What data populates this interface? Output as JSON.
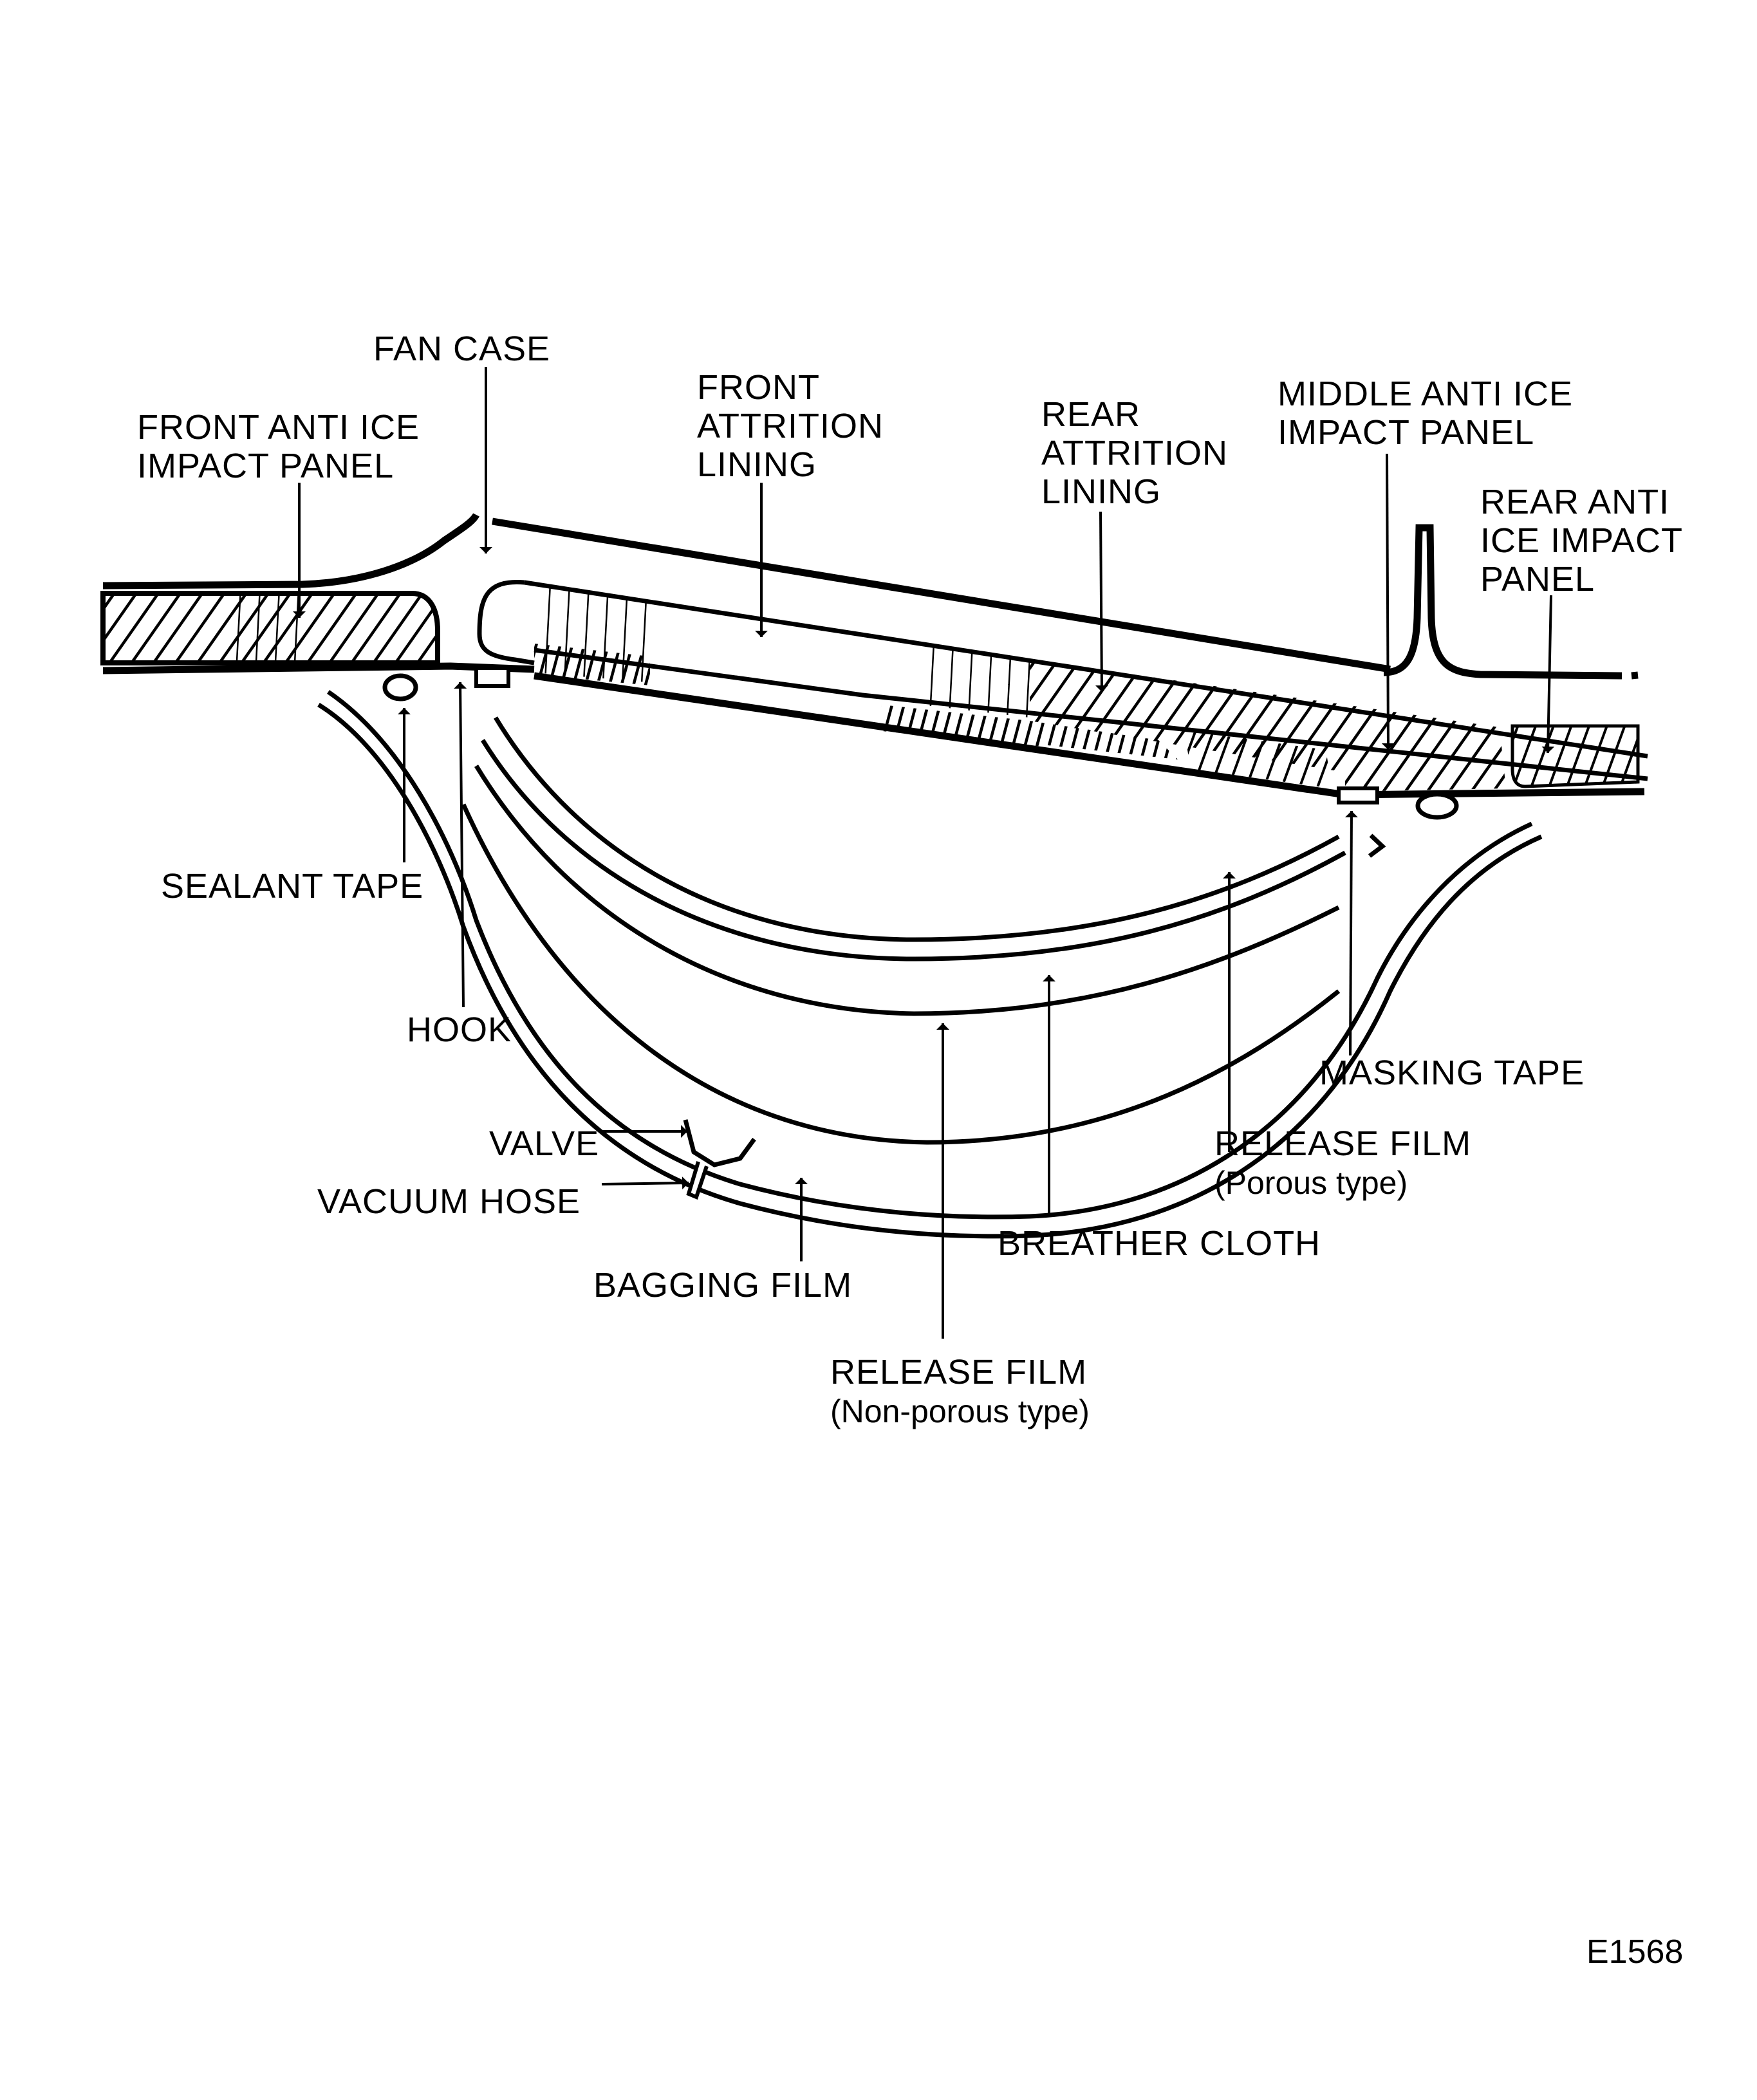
{
  "figure": {
    "title": "Vacuum bagging layup for fan case attrition lining / anti-ice impact panel repair",
    "figure_id": "E1568"
  },
  "labels": {
    "fan_case": "FAN CASE",
    "front_anti_ice": [
      "FRONT ANTI ICE",
      "IMPACT PANEL"
    ],
    "front_attrition": [
      "FRONT",
      "ATTRITION",
      "LINING"
    ],
    "rear_attrition": [
      "REAR",
      "ATTRITION",
      "LINING"
    ],
    "middle_anti_ice": [
      "MIDDLE ANTI ICE",
      "IMPACT PANEL"
    ],
    "rear_anti_ice": [
      "REAR ANTI",
      "ICE IMPACT",
      "PANEL"
    ],
    "sealant_tape": "SEALANT TAPE",
    "hook": "HOOK",
    "masking_tape": "MASKING TAPE",
    "valve": "VALVE",
    "vacuum_hose": "VACUUM HOSE",
    "bagging_film": "BAGGING FILM",
    "breather_cloth": "BREATHER CLOTH",
    "release_film_porous": [
      "RELEASE FILM",
      "(Porous type)"
    ],
    "release_film_nonporous": [
      "RELEASE FILM",
      "(Non-porous type)"
    ]
  },
  "colors": {
    "ink": "#000000",
    "paper": "#ffffff"
  }
}
